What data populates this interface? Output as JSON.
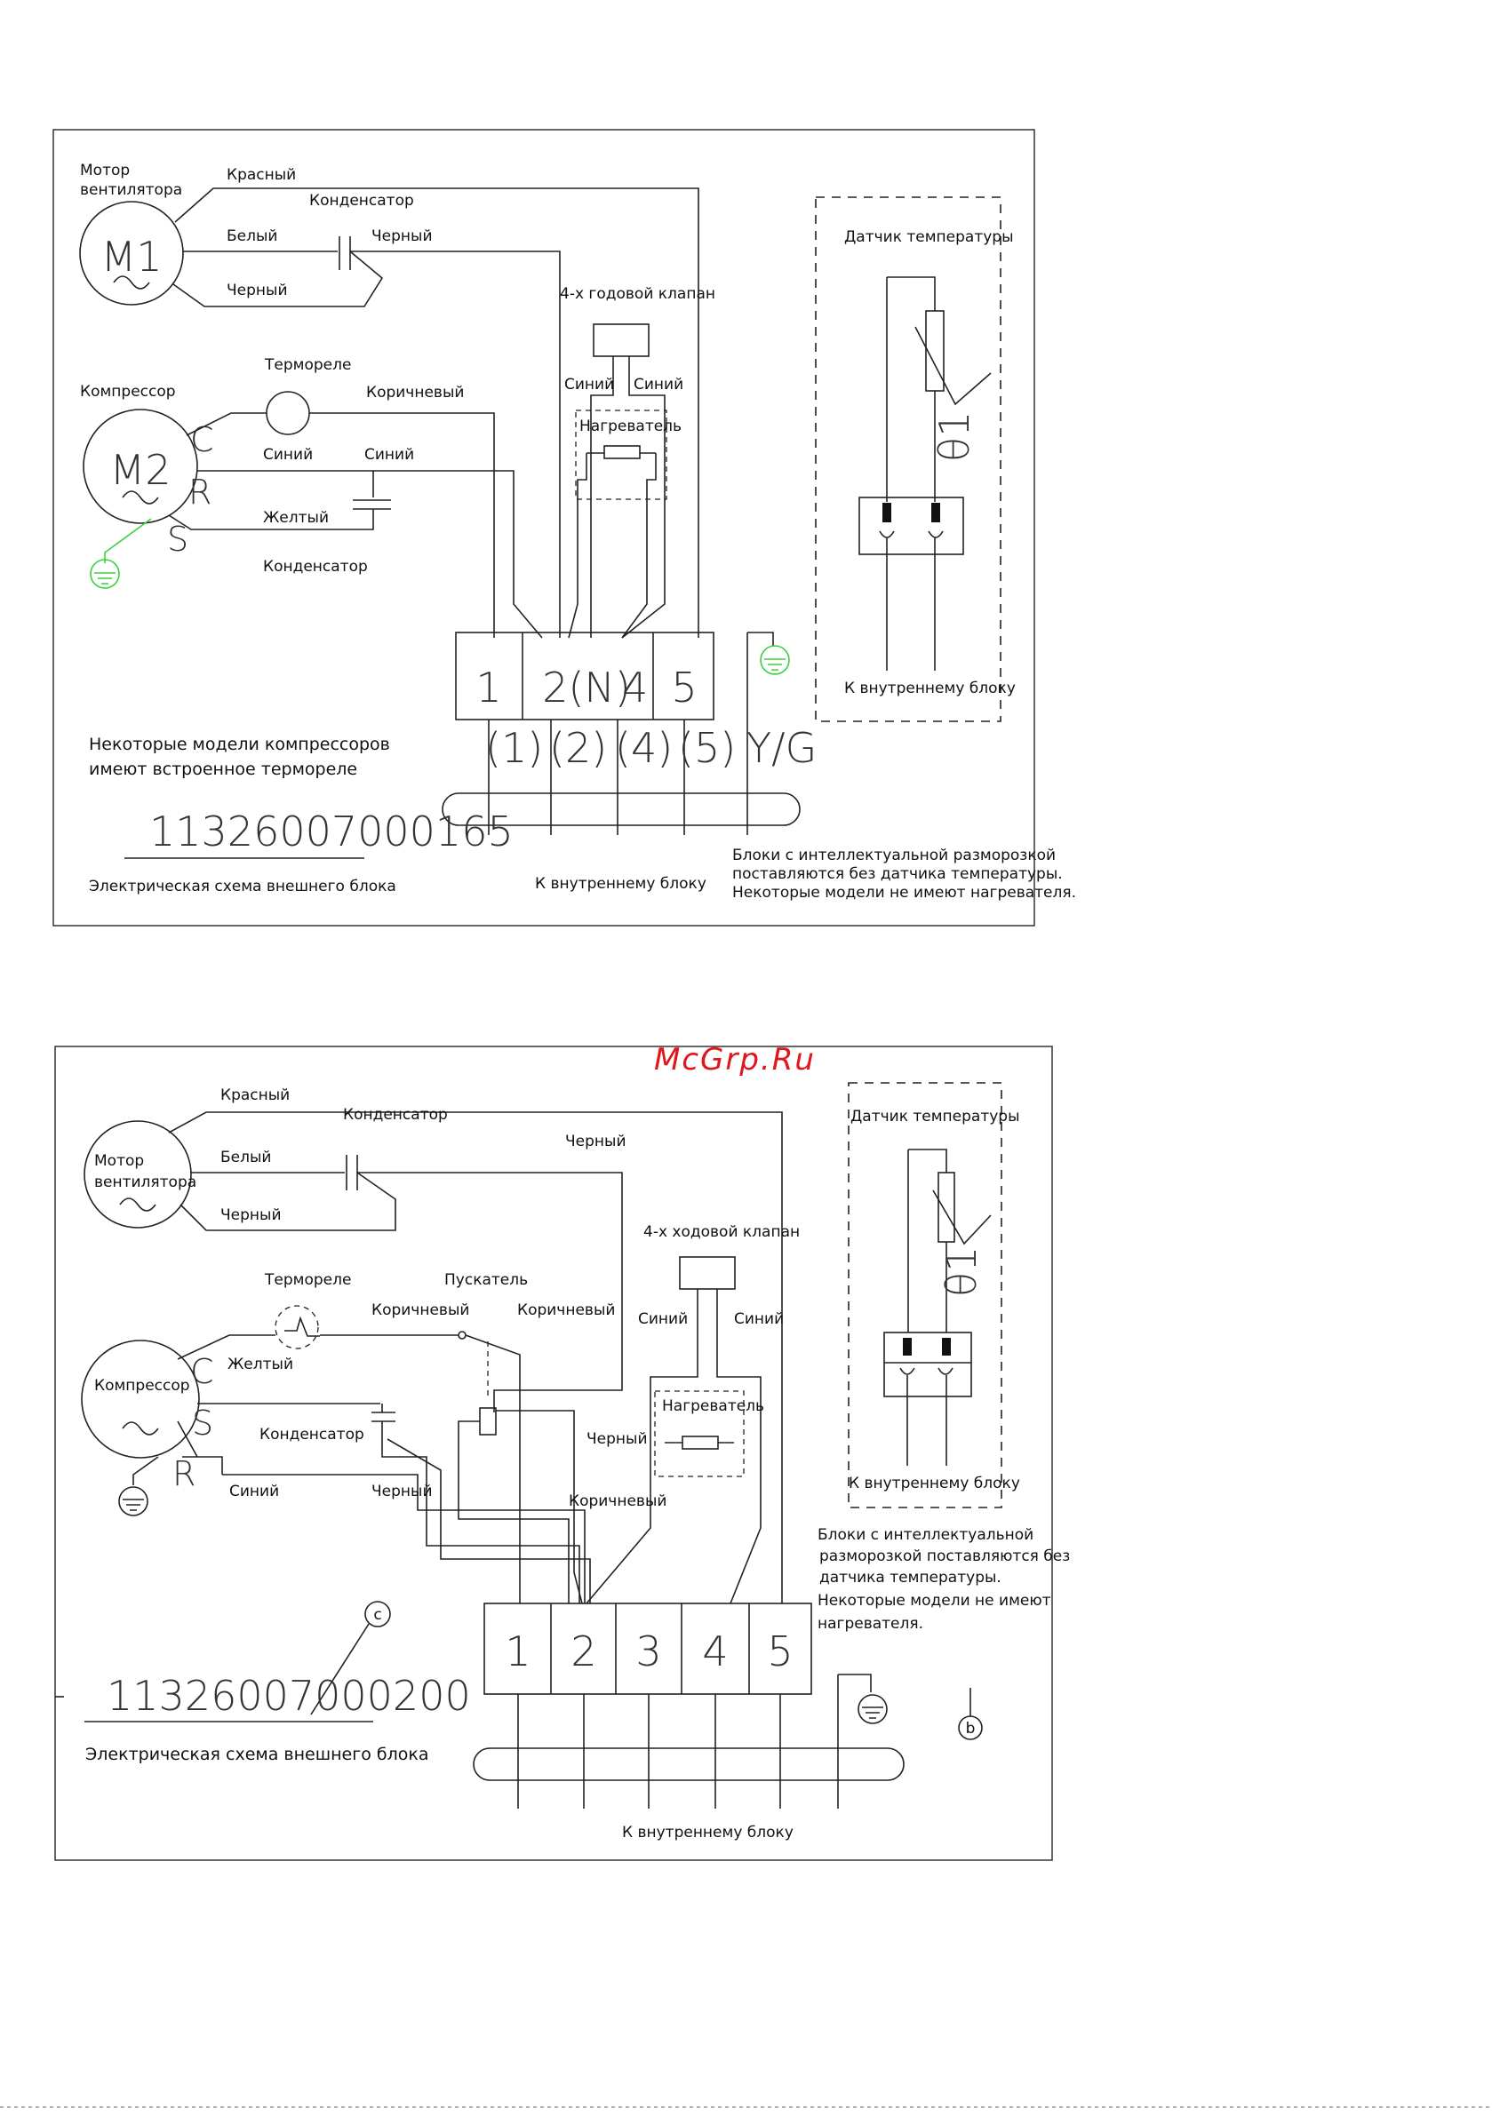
{
  "watermark": "McGrp.Ru",
  "diagram1": {
    "fan_motor_label_1": "Мотор",
    "fan_motor_label_2": "вентилятора",
    "fan_motor_symbol": "M1",
    "wire_red": "Красный",
    "capacitor_fan": "Конденсатор",
    "wire_white": "Белый",
    "wire_black_1": "Черный",
    "wire_black_2": "Черный",
    "valve": "4-х годовой клапан",
    "wire_blue_valve_1": "Синий",
    "wire_blue_valve_2": "Синий",
    "heater": "Нагреватель",
    "thermorelay": "Термореле",
    "compressor": "Компрессор",
    "compressor_symbol": "M2",
    "wire_brown": "Коричневый",
    "term_c": "C",
    "term_r": "R",
    "term_s": "S",
    "wire_blue_1": "Синий",
    "wire_blue_2": "Синий",
    "wire_yellow": "Желтый",
    "capacitor_comp": "Конденсатор",
    "sensor_title": "Датчик температуры",
    "sensor_symbol": "θ1",
    "sensor_bottom": "К внутреннему блоку",
    "terminals": [
      "1",
      "2(N)",
      "4",
      "5"
    ],
    "terminal_sub": [
      "(1)",
      "(2)",
      "(4)",
      "(5)",
      "Y/G"
    ],
    "note_1": "Некоторые модели компрессоров",
    "note_2": "имеют встроенное термореле",
    "part_number": "11326007000165",
    "caption": "Электрическая схема внешнего блока",
    "to_indoor": "К внутреннему блоку",
    "right_note_1": "Блоки с интеллектуальной разморозкой",
    "right_note_2": "поставляются без датчика температуры.",
    "right_note_3": "Некоторые модели не имеют нагревателя."
  },
  "diagram2": {
    "wire_red": "Красный",
    "capacitor_fan": "Конденсатор",
    "fan_motor_label_1": "Мотор",
    "fan_motor_label_2": "вентилятора",
    "wire_white": "Белый",
    "wire_black_top": "Черный",
    "wire_black_fan": "Черный",
    "valve": "4-х ходовой клапан",
    "thermorelay": "Термореле",
    "starter": "Пускатель",
    "wire_brown_1": "Коричневый",
    "wire_brown_2": "Коричневый",
    "wire_blue_valve_1": "Синий",
    "wire_blue_valve_2": "Синий",
    "compressor": "Компрессор",
    "term_c": "C",
    "term_s": "S",
    "term_r": "R",
    "wire_yellow": "Желтый",
    "capacitor_comp": "Конденсатор",
    "wire_black_mid": "Черный",
    "heater": "Нагреватель",
    "wire_blue_comp": "Синий",
    "wire_black_comp": "Черный",
    "wire_brown_3": "Коричневый",
    "sensor_title": "Датчик температуры",
    "sensor_symbol": "θ1",
    "sensor_bottom": "К внутреннему блоку",
    "right_note_1": "Блоки с интеллектуальной",
    "right_note_2": "разморозкой поставляются без",
    "right_note_3": "датчика температуры.",
    "right_note_4": "Некоторые модели не имеют",
    "right_note_5": "нагревателя.",
    "terminals": [
      "1",
      "2",
      "3",
      "4",
      "5"
    ],
    "marker_c": "c",
    "marker_b": "b",
    "part_number": "11326007000200",
    "caption": "Электрическая схема внешнего блока",
    "to_indoor": "К внутреннему блоку"
  }
}
